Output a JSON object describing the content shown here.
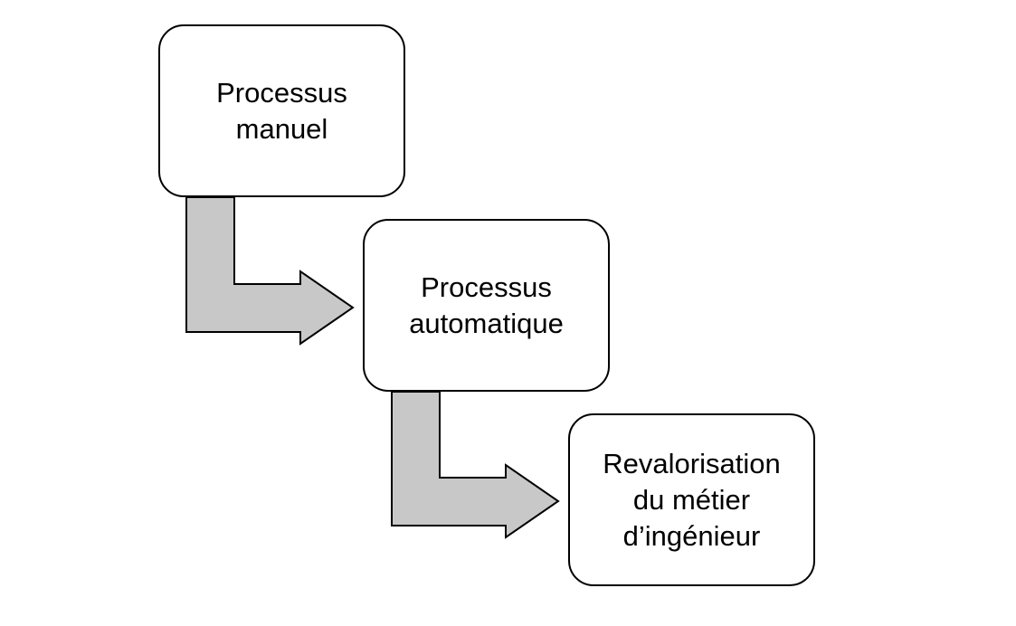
{
  "diagram": {
    "steps": [
      {
        "label": "Processus\nmanuel"
      },
      {
        "label": "Processus\nautomatique"
      },
      {
        "label": "Revalorisation\ndu métier\nd’ingénieur"
      }
    ],
    "colors": {
      "box_border": "#000000",
      "box_fill": "#ffffff",
      "arrow_fill": "#c8c8c8",
      "arrow_stroke": "#000000",
      "text": "#000000"
    },
    "connectors": [
      {
        "from": 0,
        "to": 1,
        "shape": "bent-arrow"
      },
      {
        "from": 1,
        "to": 2,
        "shape": "bent-arrow"
      }
    ]
  }
}
